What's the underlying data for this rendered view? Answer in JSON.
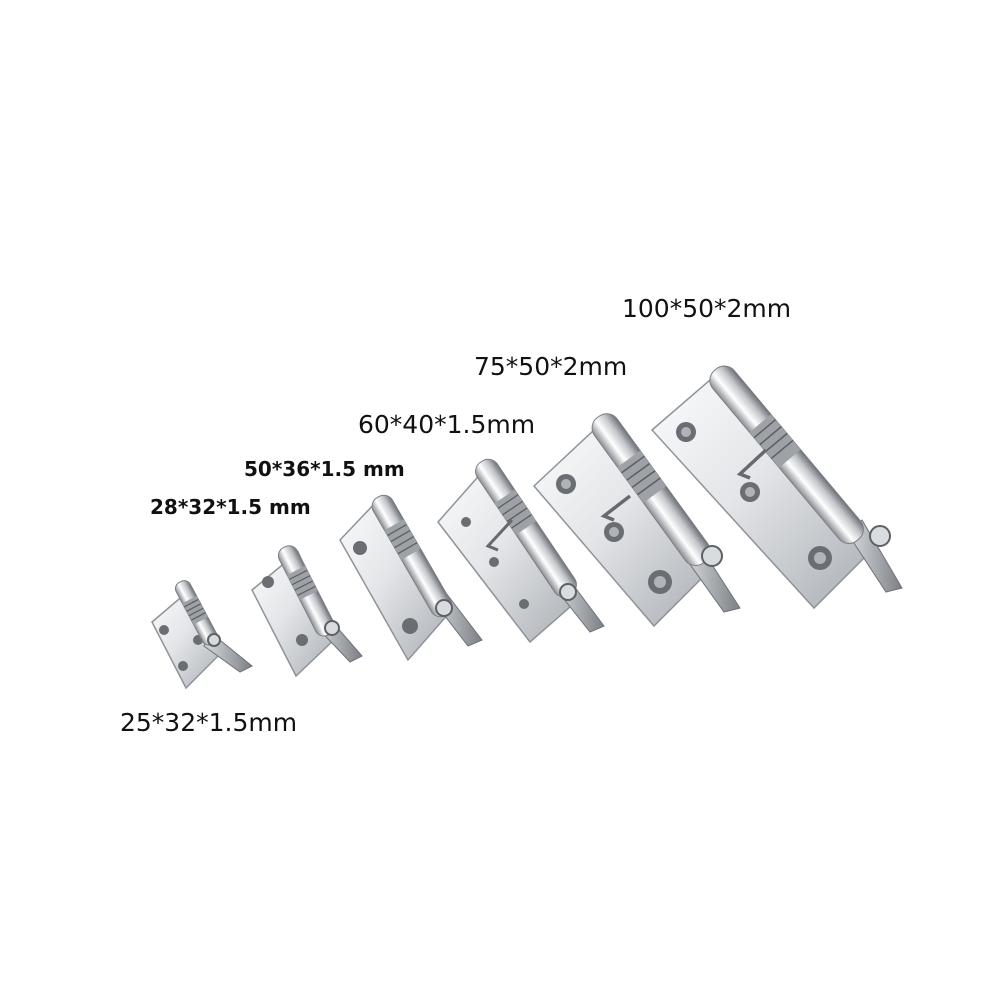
{
  "labels": {
    "hinge_25x32": "25*32*1.5mm",
    "hinge_28x32": "28*32*1.5 mm",
    "hinge_50x36": "50*36*1.5 mm",
    "hinge_60x40": "60*40*1.5mm",
    "hinge_75x50": "75*50*2mm",
    "hinge_100x50": "100*50*2mm"
  },
  "colors": {
    "background": "#ffffff",
    "text": "#111111",
    "steel_light": "#f2f3f4",
    "steel_mid": "#c9ccd0",
    "steel_dark": "#6e7276"
  }
}
